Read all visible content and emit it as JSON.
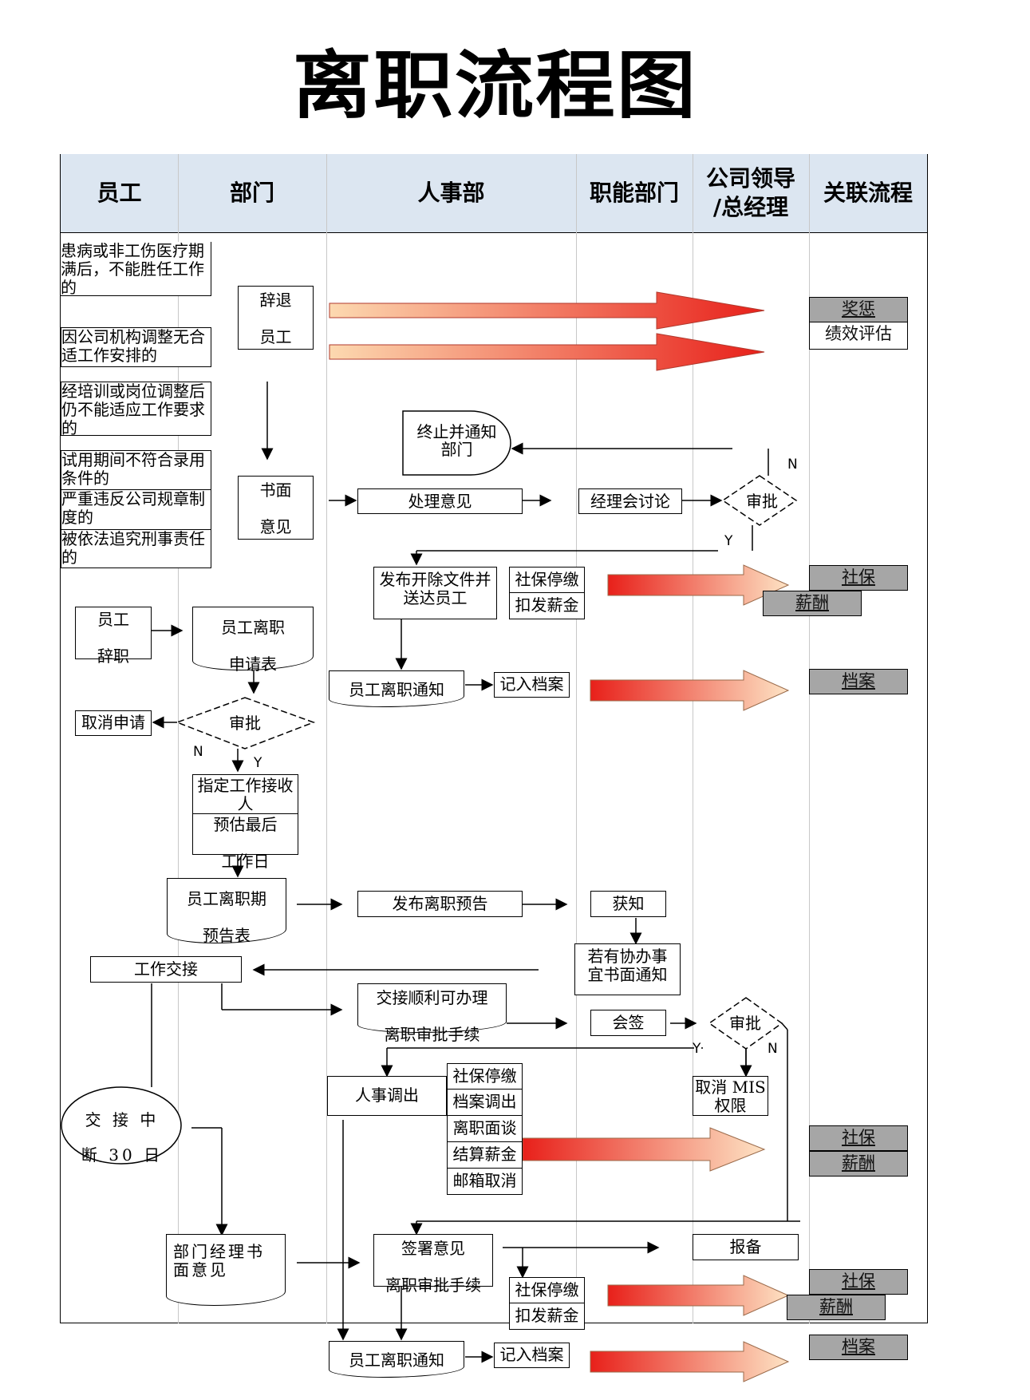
{
  "title": "离职流程图",
  "headers": [
    "员工",
    "部门",
    "人事部",
    "职能部门",
    "公司领导\n/总经理",
    "关联流程"
  ],
  "reasons": [
    "患病或非工伤医疗期满后，不能胜任工作的",
    "因公司机构调整无合适工作安排的",
    "经培训或岗位调整后仍不能适应工作要求的",
    "试用期间不符合录用条件的",
    "严重违反公司规章制度的",
    "被依法追究刑事责任的"
  ],
  "nodes": {
    "dismiss": "辞退\n\n员工",
    "written": "书面\n\n意见",
    "terminate": "终止并通知部门",
    "handle": "处理意见",
    "mgr_discuss": "经理会讨论",
    "approve1": "审批",
    "publish_dismissal": "发布开除文件并送达员工",
    "ss_stop1": "社保停缴",
    "pay1": "扣发薪金",
    "emp_resign": "员工\n\n辞职",
    "resign_app": "员工离职\n\n申请表",
    "notice1": "员工离职通知",
    "archive1": "记入档案",
    "cancel_app": "取消申请",
    "approve2": "审批",
    "assign": "指定工作接收人",
    "estimate": "预估最后\n\n工作日",
    "resign_forecast": "员工离职期\n\n预告表",
    "publish_forecast": "发布离职预告",
    "learn": "获知",
    "assist": "若有协办事宜书面通知",
    "handover": "工作交接",
    "handover_ok": "交接顺利可办理\n\n离职审批手续",
    "countersign": "会签",
    "approve3": "审批",
    "cancel_mis": "取消 MIS\n权限",
    "hr_out": "人事调出",
    "ss_stop2": "社保停缴",
    "file_out": "档案调出",
    "exit_interview": "离职面谈",
    "settle_pay": "结算薪金",
    "mail_cancel": "邮箱取消",
    "interrupt": "交 接 中\n\n断 30 日",
    "dept_opinion": "部门经理书面意见",
    "sign_opinion": "签署意见\n\n离职审批手续",
    "report": "报备",
    "ss_stop3": "社保停缴",
    "pay3": "扣发薪金",
    "notice2": "员工离职通知",
    "archive2": "记入档案"
  },
  "related": {
    "reward": "奖惩",
    "perf": "绩效评估",
    "ss1": "社保",
    "salary1": "薪酬",
    "archive1": "档案",
    "ss2": "社保",
    "salary2": "薪酬",
    "ss3": "社保",
    "salary3": "薪酬",
    "archive2": "档案"
  },
  "labels": {
    "N1": "N",
    "Y1": "Y",
    "N2": "N",
    "Y2": "Y",
    "Y3": "Y",
    "N3": "N"
  }
}
